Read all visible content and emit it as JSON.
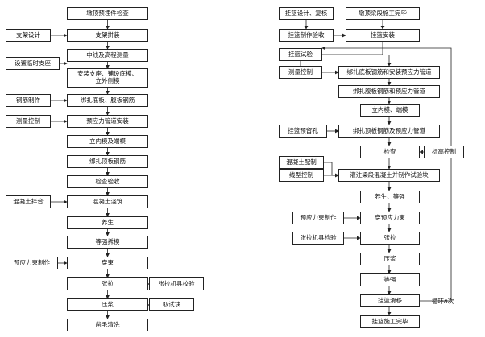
{
  "left": {
    "main": [
      "墩顶预埋件检查",
      "支架拼装",
      "中线及高程测量",
      "安装支座、铺设底模、\n立外侧模",
      "绑扎底板、腹板钢筋",
      "预应力管道安装",
      "立内模及端模",
      "绑扎顶板钢筋",
      "检查验收",
      "混凝土浇筑",
      "养生",
      "等强拆模",
      "穿束",
      "张拉",
      "压浆",
      "凿毛清洗"
    ],
    "side_left": [
      "支架设计",
      "设置临时支座",
      "钢筋制作",
      "测量控制",
      "混凝土拌合",
      "预应力束制作"
    ],
    "side_right": [
      "张拉机具校验",
      "取试块"
    ]
  },
  "right": {
    "top_left": "挂篮设计、复核",
    "top_right": "墩顶梁段施工完毕",
    "fabricate": "挂篮制作验收",
    "install": "挂篮安装",
    "trial": "挂篮试验",
    "main": [
      "绑扎底板钢筋和安装预应力管道",
      "绑扎腹板钢筋和预应力管道",
      "立内模、端模",
      "绑扎顶板钢筋及预应力管道",
      "检查",
      "灌注梁段混凝土并制作试验块",
      "养生、等强",
      "穿预应力束",
      "张拉",
      "压浆",
      "等强",
      "挂篮滑移",
      "挂篮施工完毕"
    ],
    "side": [
      "测量控制",
      "挂篮预留孔",
      "标高控制",
      "混凝土配制",
      "线型控制",
      "预应力束制作",
      "张拉机具检验"
    ],
    "loop_label_prefix": "循环",
    "loop_label_n": "n",
    "loop_label_suffix": "次"
  }
}
